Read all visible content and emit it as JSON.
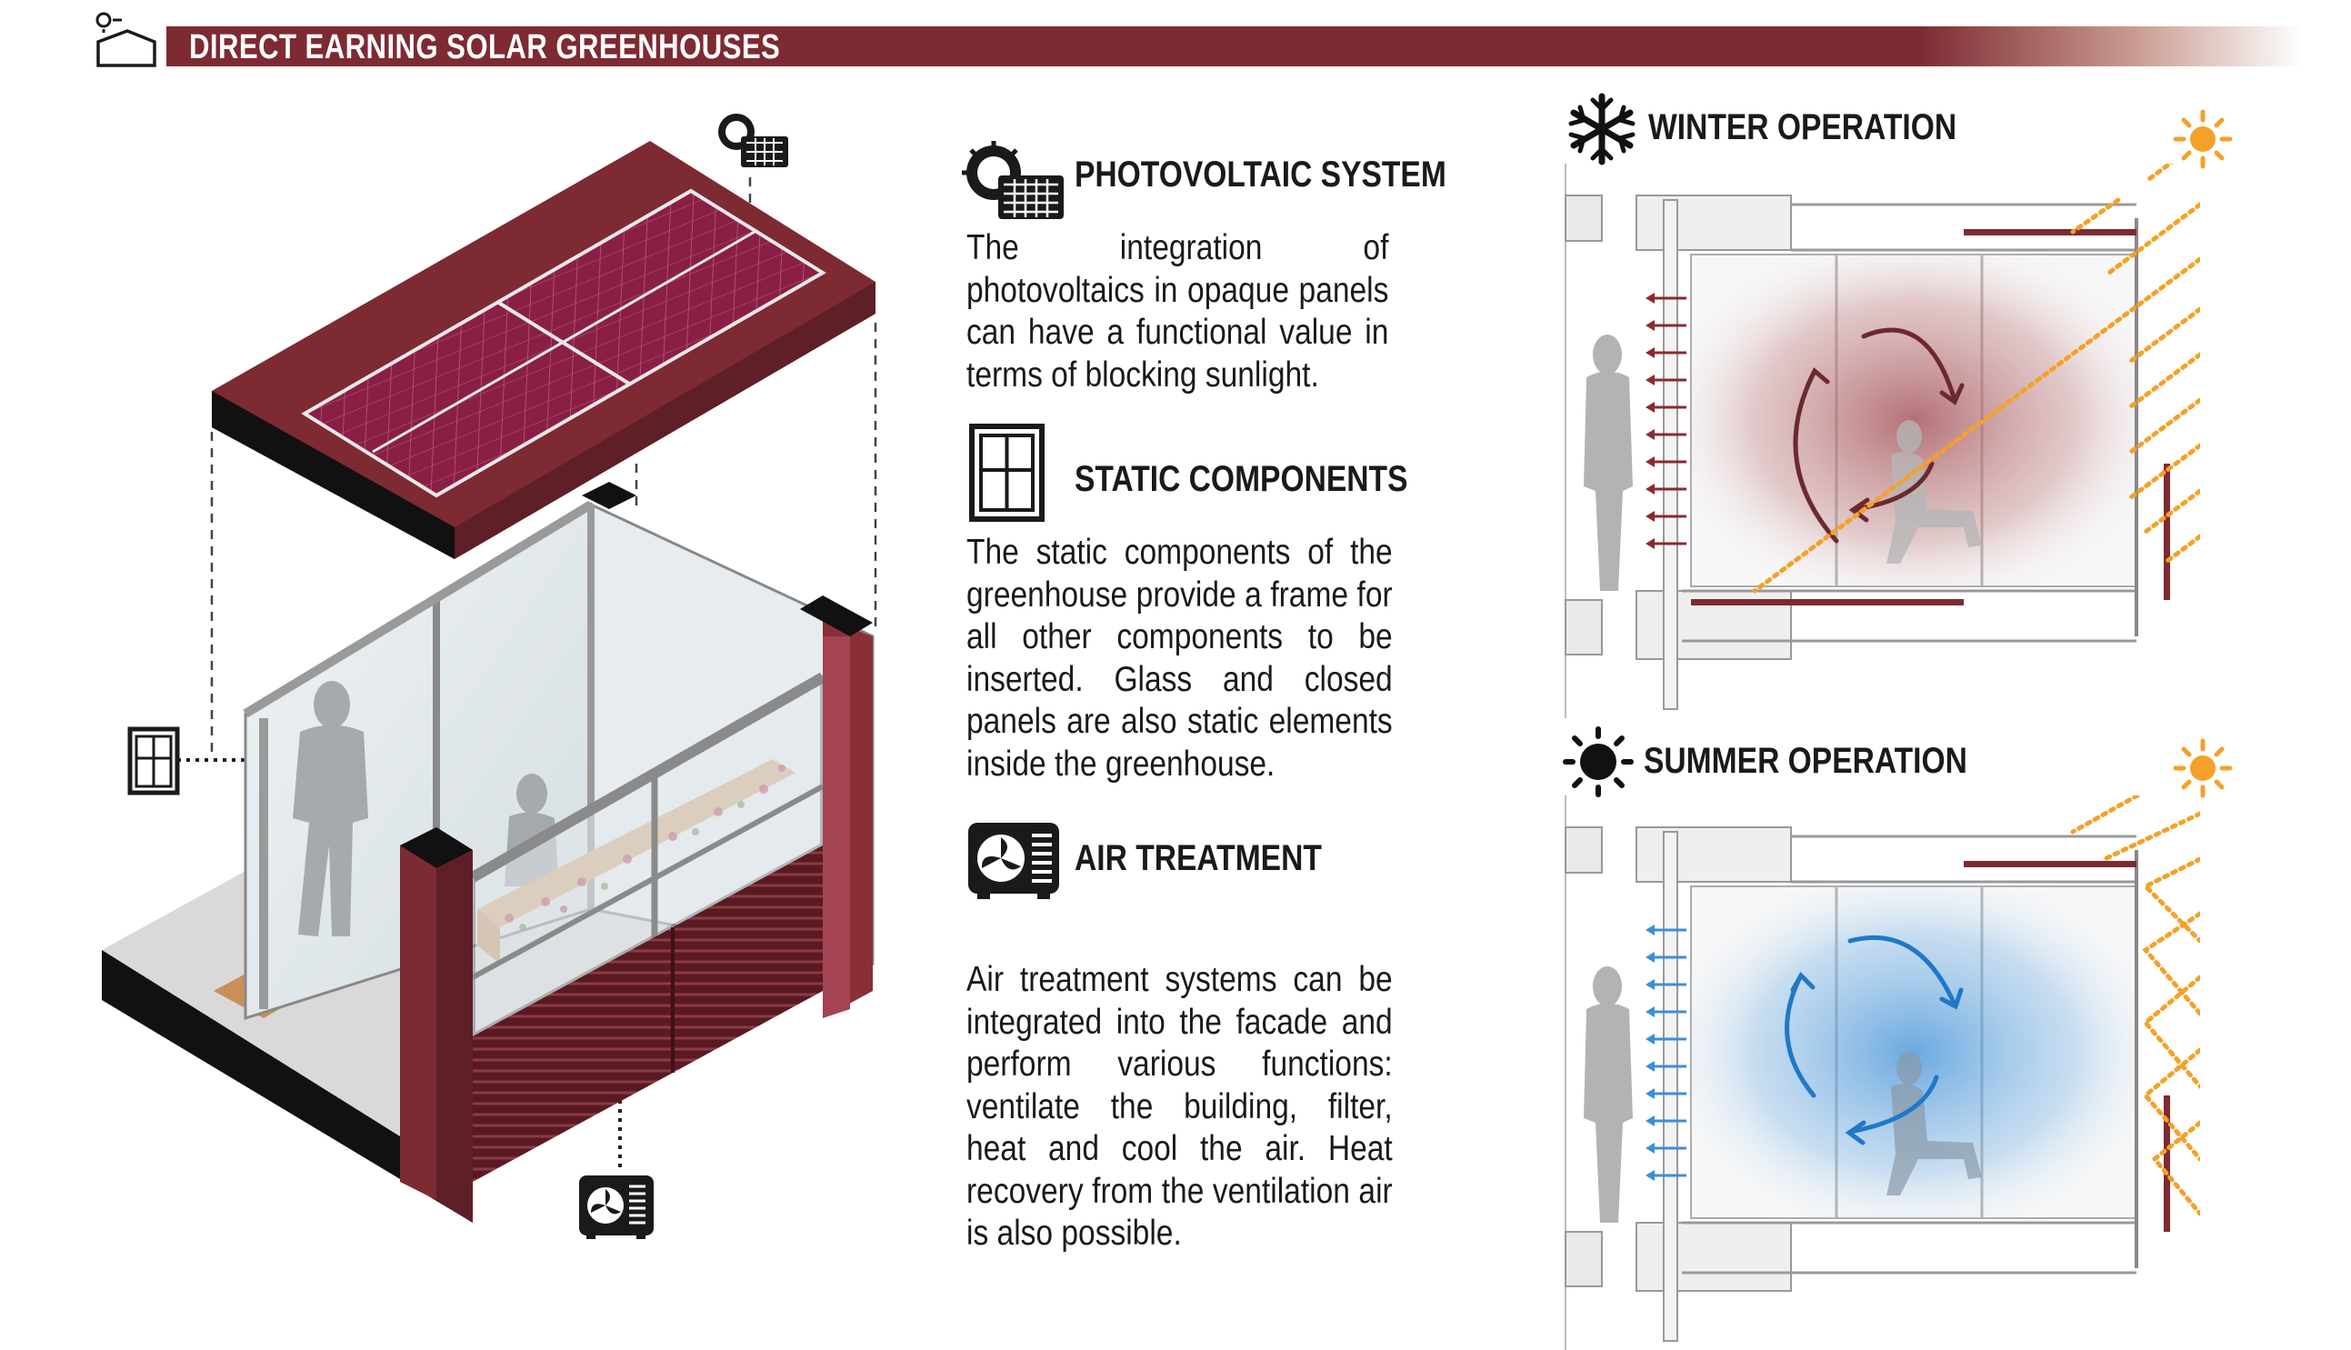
{
  "header": {
    "title": "DIRECT EARNING SOLAR GREENHOUSES",
    "icon": "greenhouse-sun-icon",
    "accent_color": "#7d2a33"
  },
  "sections": {
    "photovoltaic": {
      "title": "PHOTOVOLTAIC SYSTEM",
      "icon": "solar-panel-icon",
      "text": "The integration of photovoltaics in opaque panels can have a functional value in terms of blocking sunlight."
    },
    "static": {
      "title": "STATIC COMPONENTS",
      "icon": "window-frame-icon",
      "text": "The static components of the greenhouse provide a frame for all other components to be inserted. Glass and closed panels are also static elements inside the greenhouse."
    },
    "air": {
      "title": "AIR TREATMENT",
      "icon": "fan-unit-icon",
      "text": "Air treatment systems can be integrated into the facade and perform various functions: ventilate the building, filter, heat and cool the air. Heat recovery from the ventilation air is also possible."
    }
  },
  "operations": {
    "winter": {
      "title": "WINTER OPERATION",
      "icon": "snowflake-icon",
      "sun_icon": "sun-icon",
      "air_color": "#a8595f"
    },
    "summer": {
      "title": "SUMMER OPERATION",
      "icon": "sun-icon",
      "sun_icon": "sun-icon",
      "air_color": "#3b8fd9"
    }
  },
  "colors": {
    "frame": "#7d2a33",
    "sun": "#f4a12a",
    "glass": "#dfe6ea"
  }
}
